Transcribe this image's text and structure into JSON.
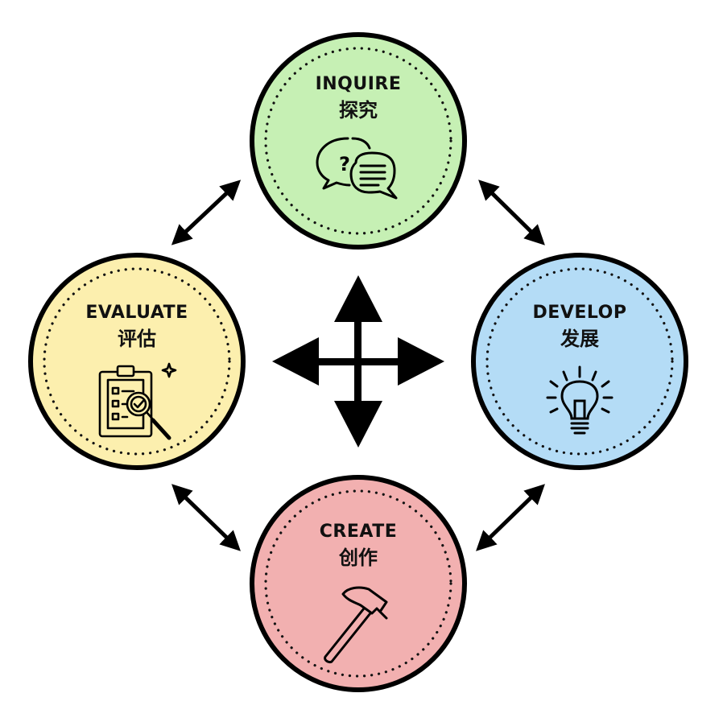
{
  "diagram": {
    "stages": [
      {
        "id": "inquire",
        "title": "INQUIRE",
        "subtitle": "探究",
        "icon": "chat-question-icon",
        "fill": "#c6f0b4"
      },
      {
        "id": "develop",
        "title": "DEVELOP",
        "subtitle": "发展",
        "icon": "lightbulb-icon",
        "fill": "#b4dcf6"
      },
      {
        "id": "create",
        "title": "CREATE",
        "subtitle": "创作",
        "icon": "hammer-icon",
        "fill": "#f2b0b0"
      },
      {
        "id": "evaluate",
        "title": "EVALUATE",
        "subtitle": "评估",
        "icon": "clipboard-check-icon",
        "fill": "#fcefae"
      }
    ],
    "stroke_color": "#000000"
  }
}
